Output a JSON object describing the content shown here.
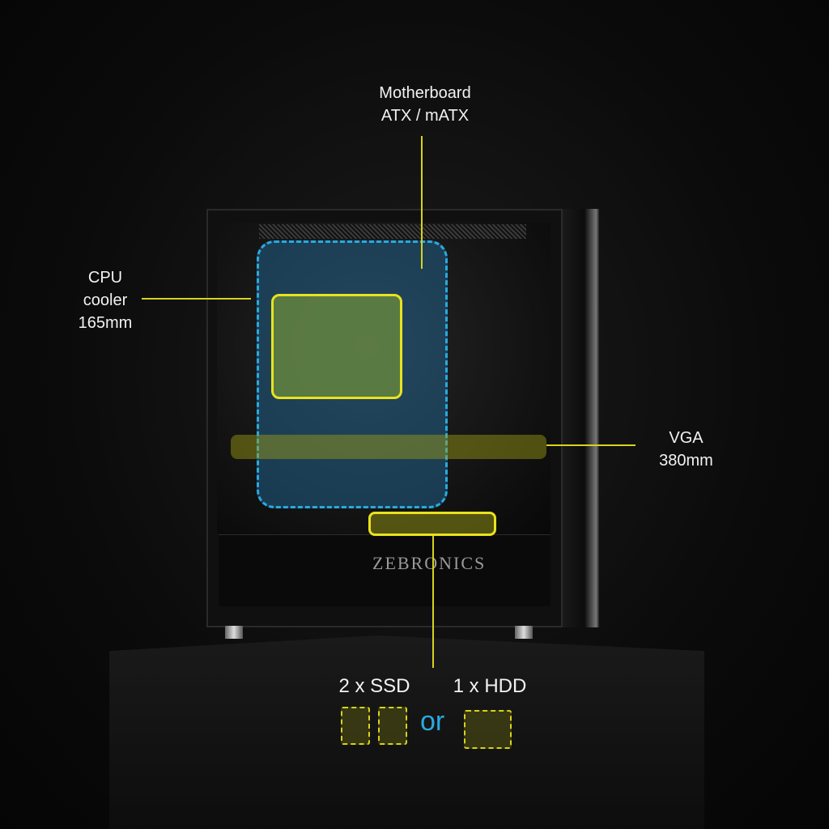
{
  "labels": {
    "motherboard": {
      "title": "Motherboard",
      "spec": "ATX / mATX"
    },
    "cpu_cooler": {
      "line1": "CPU",
      "line2": "cooler",
      "line3": "165mm"
    },
    "vga": {
      "title": "VGA",
      "spec": "380mm"
    },
    "storage": {
      "ssd": "2 x SSD",
      "hdd": "1 x HDD",
      "or": "or"
    }
  },
  "brand": "ZEBRONICS",
  "colors": {
    "highlight_yellow": "#e9e21e",
    "motherboard_blue": "#29a9e0",
    "background": "#0b0b0b"
  }
}
